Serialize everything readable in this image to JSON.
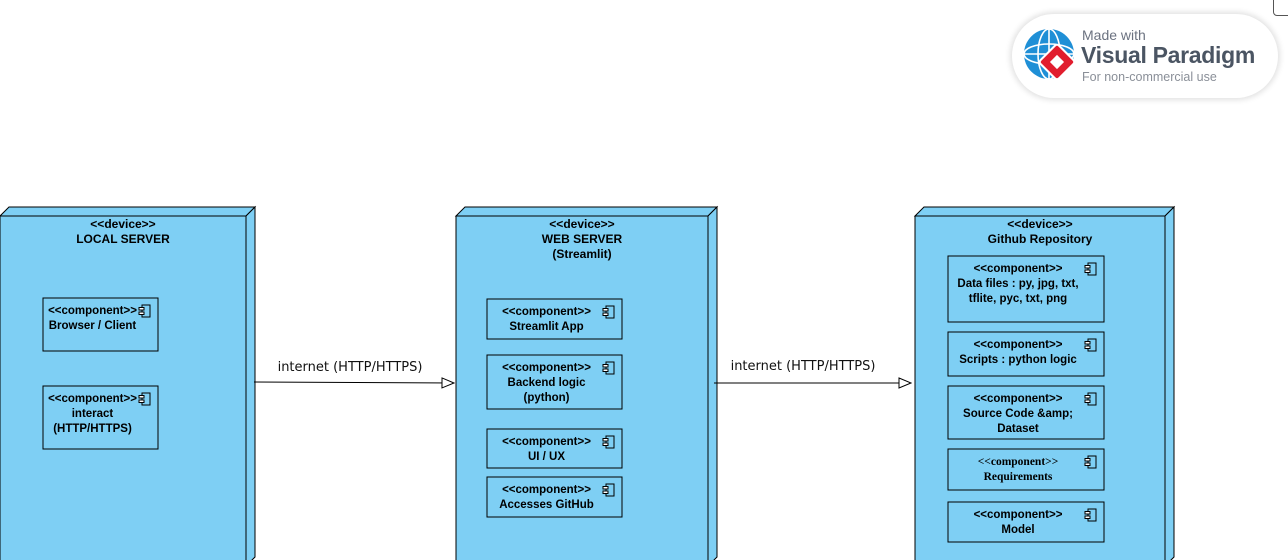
{
  "colors": {
    "node_fill": "#7ecff4",
    "stroke": "#000000",
    "badge_text": "#4b5563"
  },
  "badge": {
    "made_with": "Made with",
    "brand": "Visual Paradigm",
    "note": "For non-commercial use"
  },
  "nodes": [
    {
      "id": "local",
      "stereotype": "<<device>>",
      "title": [
        "LOCAL SERVER"
      ],
      "components": [
        {
          "stereotype": "<<component>>",
          "lines": [
            "Browser / Client"
          ]
        },
        {
          "stereotype": "<<component>>",
          "lines": [
            "interact",
            "(HTTP/HTTPS)"
          ]
        }
      ]
    },
    {
      "id": "web",
      "stereotype": "<<device>>",
      "title": [
        "WEB SERVER",
        "(Streamlit)"
      ],
      "components": [
        {
          "stereotype": "<<component>>",
          "lines": [
            "Streamlit App"
          ]
        },
        {
          "stereotype": "<<component>>",
          "lines": [
            "Backend logic",
            "(python)"
          ]
        },
        {
          "stereotype": "<<component>>",
          "lines": [
            "UI / UX"
          ]
        },
        {
          "stereotype": "<<component>>",
          "lines": [
            "Accesses GitHub"
          ]
        }
      ]
    },
    {
      "id": "github",
      "stereotype": "<<device>>",
      "title": [
        "Github Repository"
      ],
      "components": [
        {
          "stereotype": "<<component>>",
          "lines": [
            "Data files : py, jpg, txt,",
            "tflite, pyc, txt, png"
          ]
        },
        {
          "stereotype": "<<component>>",
          "lines": [
            "Scripts : python logic"
          ]
        },
        {
          "stereotype": "<<component>>",
          "lines": [
            "Source Code &amp;",
            "Dataset"
          ]
        },
        {
          "stereotype": "<<component>>",
          "lines": [
            "Requirements"
          ]
        },
        {
          "stereotype": "<<component>>",
          "lines": [
            "Model"
          ]
        }
      ]
    }
  ],
  "edges": [
    {
      "from": "local",
      "to": "web",
      "label": "internet (HTTP/HTTPS)"
    },
    {
      "from": "web",
      "to": "github",
      "label": "internet (HTTP/HTTPS)"
    }
  ]
}
